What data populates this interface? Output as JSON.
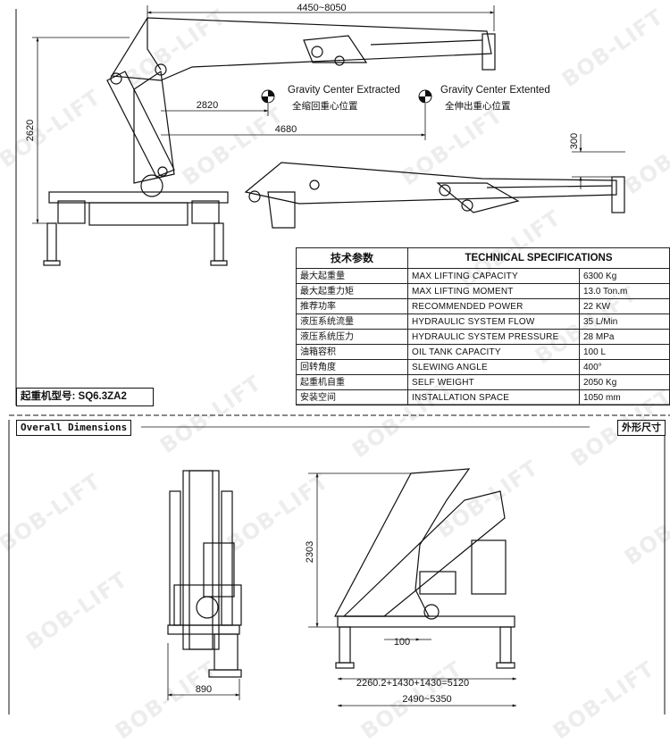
{
  "dimensions": {
    "reach_top": "4450~8050",
    "height_left": "2620",
    "gravity_extracted_dist": "2820",
    "gravity_extended_dist": "4680",
    "boom_offset": "300",
    "overall_height": "2303",
    "base_offset": "100",
    "boom_lengths": "2260.2+1430+1430=5120",
    "leg_span": "2490~5350",
    "side_width": "890"
  },
  "gravity": {
    "extracted_en": "Gravity Center Extracted",
    "extracted_cn": "全缩回重心位置",
    "extended_en": "Gravity Center Extented",
    "extended_cn": "全伸出重心位置"
  },
  "specs": {
    "header_cn": "技术参数",
    "header_en": "TECHNICAL SPECIFICATIONS",
    "rows": [
      {
        "cn": "最大起重量",
        "en": "MAX LIFTING CAPACITY",
        "value": "6300 Kg"
      },
      {
        "cn": "最大起重力矩",
        "en": "MAX LIFTING MOMENT",
        "value": "13.0 Ton.m"
      },
      {
        "cn": "推荐功率",
        "en": "RECOMMENDED POWER",
        "value": "22 KW"
      },
      {
        "cn": "液压系统流量",
        "en": "HYDRAULIC SYSTEM FLOW",
        "value": "35 L/Min"
      },
      {
        "cn": "液压系统压力",
        "en": "HYDRAULIC SYSTEM PRESSURE",
        "value": "28 MPa"
      },
      {
        "cn": "油箱容积",
        "en": "OIL TANK CAPACITY",
        "value": "100 L"
      },
      {
        "cn": "回转角度",
        "en": "SLEWING ANGLE",
        "value": "400°"
      },
      {
        "cn": "起重机自重",
        "en": "SELF WEIGHT",
        "value": "2050 Kg"
      },
      {
        "cn": "安装空间",
        "en": "INSTALLATION SPACE",
        "value": "1050 mm"
      }
    ]
  },
  "model_label": "起重机型号: SQ6.3ZA2",
  "section": {
    "title_en": "Overall Dimensions",
    "title_cn": "外形尺寸"
  },
  "watermark": "BOB-LIFT"
}
